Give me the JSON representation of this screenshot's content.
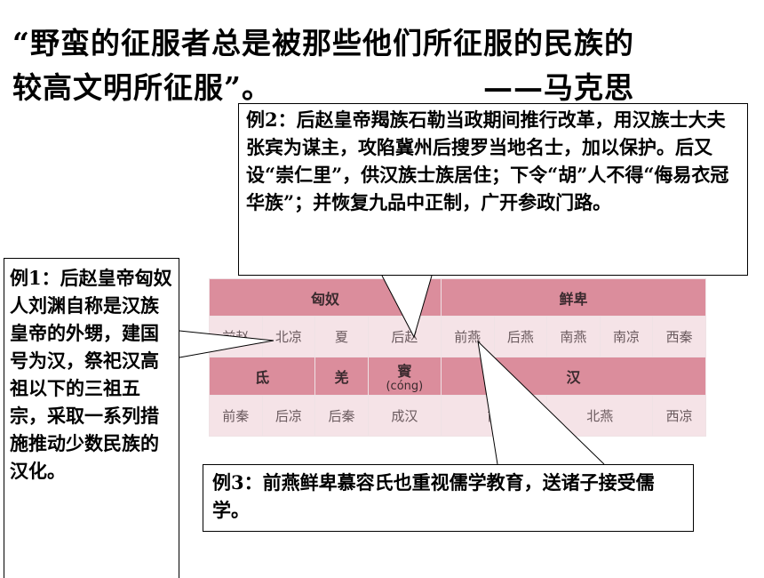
{
  "quote": {
    "line1": "“野蛮的征服者总是被那些他们所征服的民族的",
    "line2": "较高文明所征服”。",
    "author": "——马克思"
  },
  "callouts": {
    "ex1": "例1：后赵皇帝匈奴人刘渊自称是汉族皇帝的外甥，建国号为汉，祭祀汉高祖以下的三祖五宗，采取一系列措施推动少数民族的汉化。",
    "ex2": "例2：后赵皇帝羯族石勒当政期间推行改革，用汉族士大夫张宾为谋主，攻陷冀州后搜罗当地名士，加以保护。后又设“崇仁里”，供汉族士族居住；下令“胡”人不得“侮易衣冠华族”；并恢复九品中正制，广开参政门路。",
    "ex3": "例3：前燕鲜卑慕容氏也重视儒学教育，送诸子接受儒学。"
  },
  "table": {
    "row1": [
      "匈奴",
      "鲜卑"
    ],
    "row2": [
      "前赵",
      "北凉",
      "夏",
      "后赵",
      "前燕",
      "后燕",
      "南燕",
      "南凉",
      "西秦"
    ],
    "row3": [
      "氐",
      "羌",
      "賨",
      "(cóng)",
      "汉"
    ],
    "row4": [
      "前秦",
      "后凉",
      "后秦",
      "成汉",
      "前",
      "北燕",
      "西凉"
    ]
  },
  "colors": {
    "header": "#db8d9c",
    "subrow": "#f5e3e7"
  }
}
